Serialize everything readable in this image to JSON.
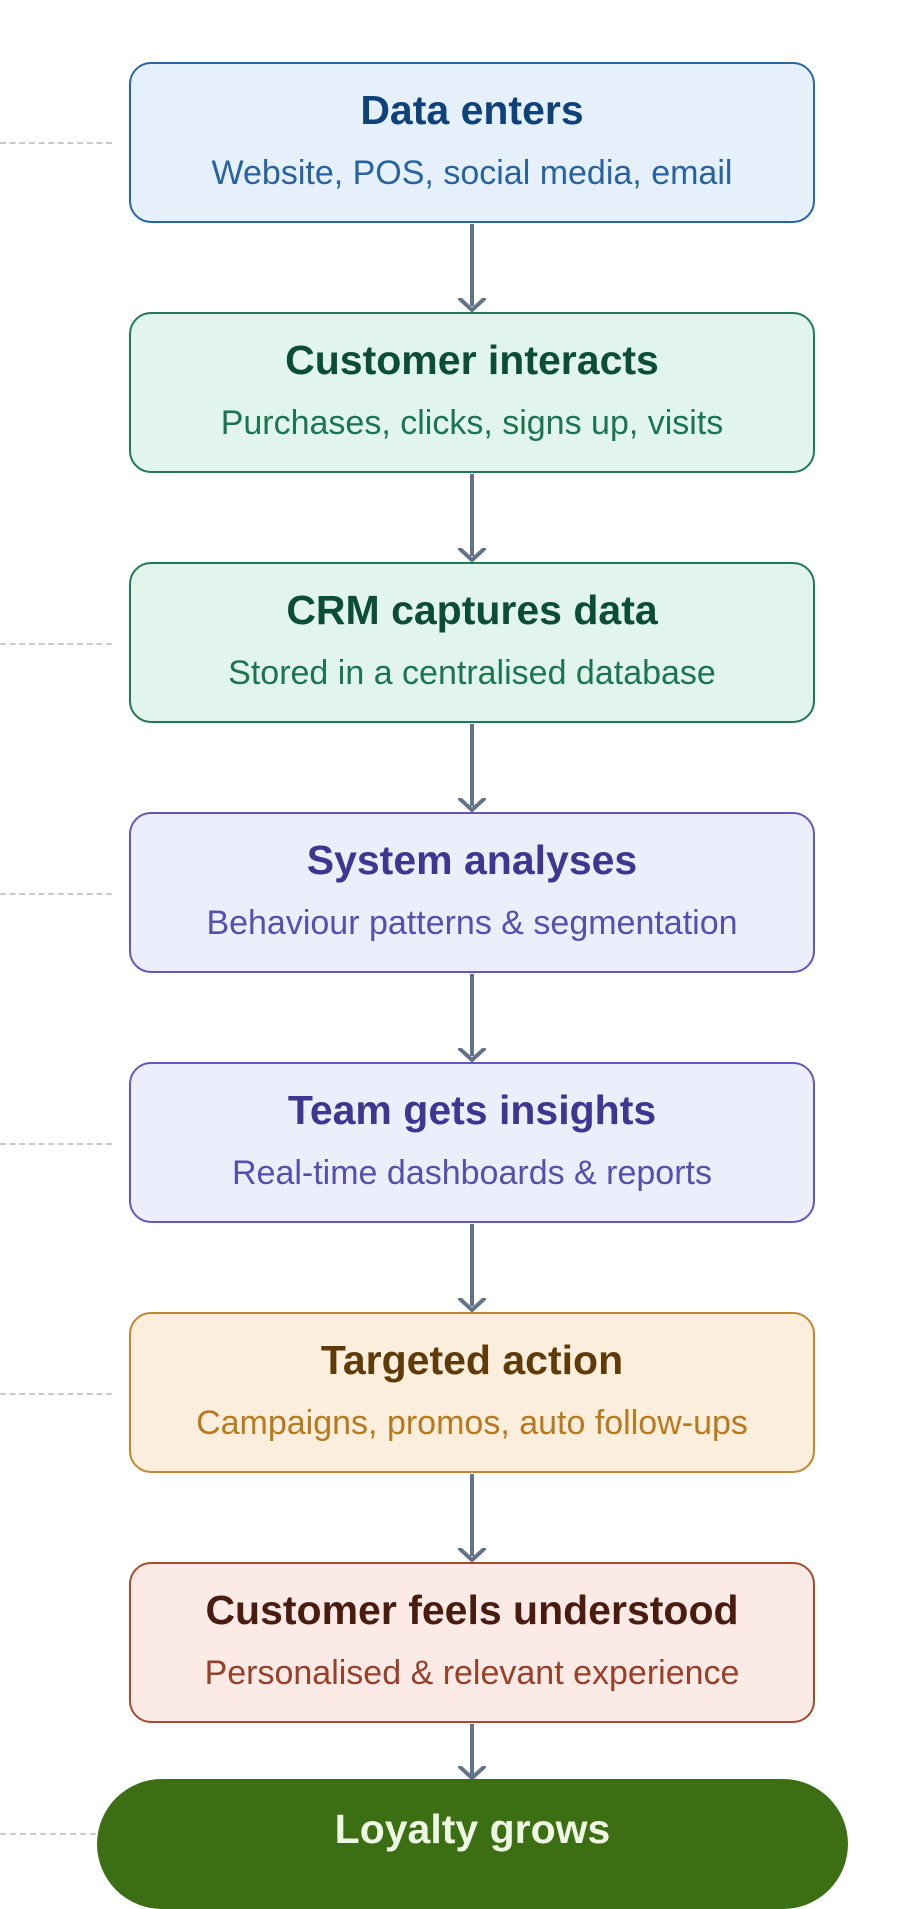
{
  "steps": [
    {
      "title": "Data enters",
      "subtitle": "Website, POS, social media, email",
      "colors": {
        "fill": "#e6f0fb",
        "border": "#2a66a6",
        "title": "#10427a",
        "subtitle": "#2763a3"
      }
    },
    {
      "title": "Customer interacts",
      "subtitle": "Purchases, clicks, signs up, visits",
      "colors": {
        "fill": "#e2f5ed",
        "border": "#1f7a55",
        "title": "#0c4d36",
        "subtitle": "#1d7452"
      }
    },
    {
      "title": "CRM captures data",
      "subtitle": "Stored in a centralised database",
      "colors": {
        "fill": "#e2f5ed",
        "border": "#1f7a55",
        "title": "#0c4d36",
        "subtitle": "#1d7452"
      }
    },
    {
      "title": "System analyses",
      "subtitle": "Behaviour patterns & segmentation",
      "colors": {
        "fill": "#edeefc",
        "border": "#6557b8",
        "title": "#3e3690",
        "subtitle": "#5a4db0"
      }
    },
    {
      "title": "Team gets insights",
      "subtitle": "Real-time dashboards & reports",
      "colors": {
        "fill": "#edeefc",
        "border": "#6557b8",
        "title": "#3e3690",
        "subtitle": "#5a4db0"
      }
    },
    {
      "title": "Targeted action",
      "subtitle": "Campaigns, promos, auto follow-ups",
      "colors": {
        "fill": "#fbeedc",
        "border": "#c28530",
        "title": "#5e3b09",
        "subtitle": "#b87a20"
      }
    },
    {
      "title": "Customer feels understood",
      "subtitle": "Personalised & relevant experience",
      "colors": {
        "fill": "#fbeae5",
        "border": "#a54b2e",
        "title": "#4a1c10",
        "subtitle": "#98412a"
      }
    }
  ],
  "final": {
    "title": "Loyalty grows",
    "colors": {
      "fill": "#3c6e14",
      "text": "#eef6e4"
    }
  },
  "colors": {
    "connector": "#647488",
    "leader": "#c8ccd2"
  }
}
